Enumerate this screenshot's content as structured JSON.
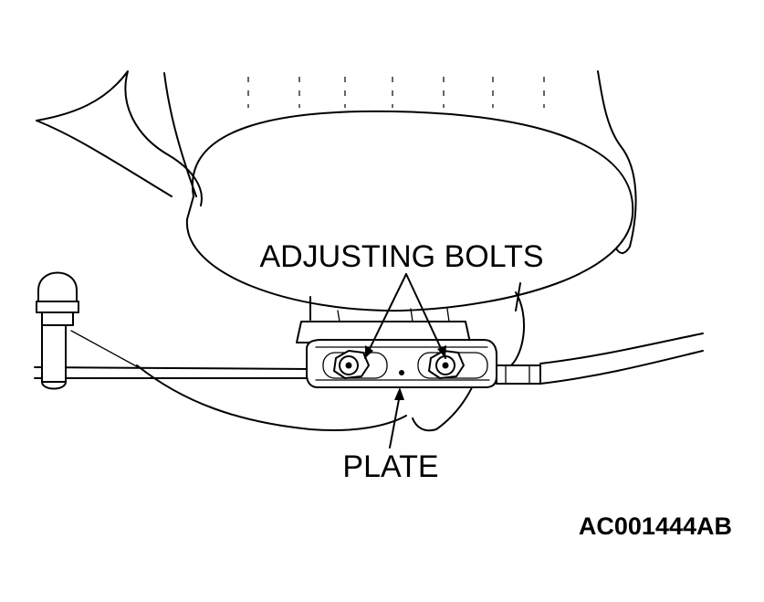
{
  "labels": {
    "adjusting_bolts": "ADJUSTING BOLTS",
    "plate": "PLATE",
    "figure_id": "AC001444AB"
  },
  "colors": {
    "line": "#000000",
    "background": "#ffffff"
  }
}
